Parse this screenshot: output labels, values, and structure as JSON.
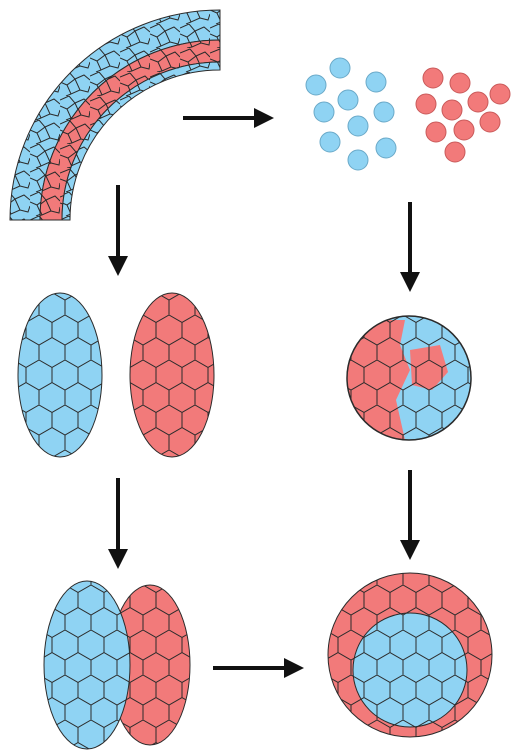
{
  "diagram": {
    "colors": {
      "blue_tissue": "#8fd3f3",
      "red_tissue": "#f27a7a",
      "cell_outline": "#2b2b2b",
      "arrow": "#111111",
      "background": "#ffffff"
    },
    "panels": [
      {
        "id": "layered-tissue",
        "depicts": "two-cell-layers-arc"
      },
      {
        "id": "dissociated-cells",
        "depicts": "separated-single-cells"
      },
      {
        "id": "separate-aggregates",
        "depicts": "blue-and-red-ellipsoids"
      },
      {
        "id": "mixed-aggregate",
        "depicts": "intermixed-sphere"
      },
      {
        "id": "fused-aggregates",
        "depicts": "partially-engulfed-ellipsoids"
      },
      {
        "id": "sorted-sphere",
        "depicts": "blue-core-red-shell"
      }
    ],
    "arrows": [
      "right",
      "down",
      "down",
      "down",
      "down",
      "right"
    ]
  }
}
